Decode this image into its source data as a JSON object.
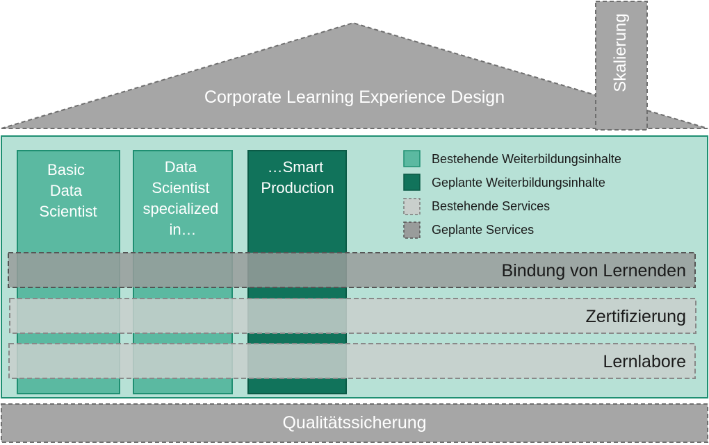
{
  "roof": {
    "title": "Corporate Learning Experience Design"
  },
  "chimney": {
    "label": "Skalierung"
  },
  "foundation": {
    "label": "Qualitätssicherung"
  },
  "pillars": [
    {
      "lines": [
        "Basic",
        "Data",
        "Scientist"
      ],
      "status": "existing"
    },
    {
      "lines": [
        "Data",
        "Scientist",
        "specialized",
        "in…"
      ],
      "status": "existing"
    },
    {
      "lines": [
        "…Smart",
        "Production"
      ],
      "status": "planned"
    }
  ],
  "bands": [
    {
      "label": "Bindung von Lernenden",
      "status": "planned"
    },
    {
      "label": "Zertifizierung",
      "status": "existing"
    },
    {
      "label": "Lernlabore",
      "status": "existing"
    }
  ],
  "legend": [
    {
      "label": "Bestehende Weiterbildungsinhalte",
      "kind": "existing-content"
    },
    {
      "label": "Geplante Weiterbildungsinhalte",
      "kind": "planned-content"
    },
    {
      "label": "Bestehende Services",
      "kind": "existing-service"
    },
    {
      "label": "Geplante Services",
      "kind": "planned-service"
    }
  ],
  "colors": {
    "roof": "#a6a6a6",
    "house_body": "#b7e1d6",
    "existing_content": "#5bb9a1",
    "planned_content": "#11735b",
    "existing_service": "#c9cfcc",
    "planned_service": "#999c9b",
    "dashed_border": "#6e6e6e"
  }
}
